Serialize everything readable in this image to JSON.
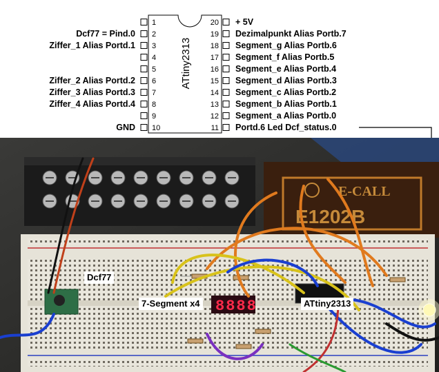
{
  "chip": {
    "name": "ATtiny2313",
    "pins_left": [
      {
        "num": "1",
        "label": ""
      },
      {
        "num": "2",
        "label": "Dcf77 = Pind.0"
      },
      {
        "num": "3",
        "label": "Ziffer_1 Alias Portd.1"
      },
      {
        "num": "4",
        "label": ""
      },
      {
        "num": "5",
        "label": ""
      },
      {
        "num": "6",
        "label": "Ziffer_2 Alias Portd.2"
      },
      {
        "num": "7",
        "label": "Ziffer_3 Alias Portd.3"
      },
      {
        "num": "8",
        "label": "Ziffer_4 Alias Portd.4"
      },
      {
        "num": "9",
        "label": ""
      },
      {
        "num": "10",
        "label": "GND"
      }
    ],
    "pins_right": [
      {
        "num": "20",
        "label": "+ 5V"
      },
      {
        "num": "19",
        "label": "Dezimalpunkt Alias Portb.7"
      },
      {
        "num": "18",
        "label": "Segment_g Alias Portb.6"
      },
      {
        "num": "17",
        "label": "Segment_f  Alias Portb.5"
      },
      {
        "num": "16",
        "label": "Segment_e Alias Portb.4"
      },
      {
        "num": "15",
        "label": "Segment_d Alias Portb.3"
      },
      {
        "num": "14",
        "label": "Segment_c Alias Portb.2"
      },
      {
        "num": "13",
        "label": "Segment_b Alias Portb.1"
      },
      {
        "num": "12",
        "label": "Segment_a Alias Portb.0"
      },
      {
        "num": "11",
        "label": "Portd.6 Led Dcf_status.0"
      }
    ]
  },
  "photo": {
    "callouts": {
      "dcf77": "Dcf77",
      "seven_segment": "7-Segment x4",
      "attiny": "ATtiny2313"
    },
    "terminal_brand": "E-CALL",
    "terminal_model": "E1202B",
    "display_digits": "8888"
  },
  "colors": {
    "led_display": "#ff2a4a",
    "module_pcb": "#2e6e46",
    "wire_orange": "#e07a1e",
    "wire_blue": "#1a3fd0",
    "wire_yellow": "#d8c21a"
  }
}
